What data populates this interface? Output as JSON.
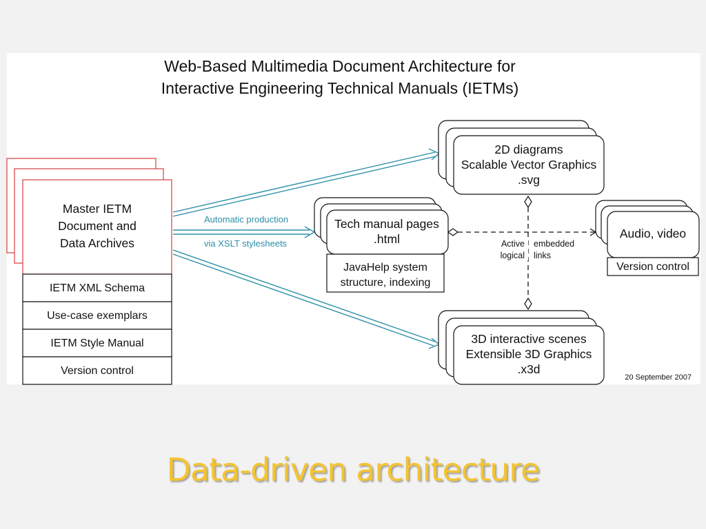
{
  "diagram": {
    "title_line1": "Web-Based Multimedia Document Architecture for",
    "title_line2": "Interactive Engineering Technical Manuals (IETMs)",
    "master": {
      "line1": "Master IETM",
      "line2": "Document and",
      "line3": "Data Archives",
      "rows": [
        "IETM XML Schema",
        "Use-case exemplars",
        "IETM Style Manual",
        "Version control"
      ]
    },
    "arrow_label_1": "Automatic production",
    "arrow_label_2": "via XSLT stylesheets",
    "svg_box": {
      "line1": "2D diagrams",
      "line2": "Scalable Vector Graphics",
      "line3": ".svg"
    },
    "html_box": {
      "line1": "Tech manual pages",
      "line2": ".html",
      "caption1": "JavaHelp system",
      "caption2": "structure, indexing"
    },
    "x3d_box": {
      "line1": "3D interactive scenes",
      "line2": "Extensible 3D Graphics",
      "line3": ".x3d"
    },
    "av_box": {
      "line1": "Audio, video",
      "caption": "Version control"
    },
    "links_label": {
      "w1": "Active",
      "w2": "embedded",
      "w3": "logical",
      "w4": "links"
    },
    "date": "20 September 2007"
  },
  "slide_caption": "Data-driven architecture",
  "colors": {
    "teal_arrow": "#2b8fa8",
    "red_outline": "#d94a4a",
    "caption_gold": "#f4c430"
  }
}
